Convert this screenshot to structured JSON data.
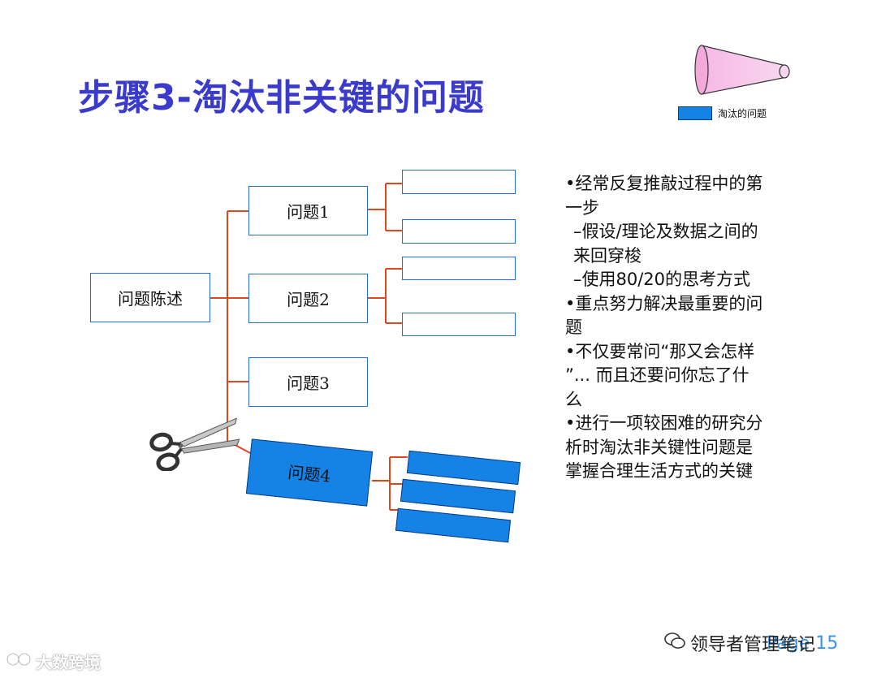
{
  "title": "步骤3-淘汰非关键的问题",
  "legend": {
    "label": "淘汰的问题",
    "color": "#1583e6"
  },
  "tree": {
    "root": "问题陈述",
    "branches": [
      "问题1",
      "问题2",
      "问题3"
    ],
    "eliminated": "问题4"
  },
  "bullets": [
    {
      "text": "•经常反复推敲过程中的第",
      "sub": false
    },
    {
      "text": "一步",
      "sub": false
    },
    {
      "text": "–假设/理论及数据之间的",
      "sub": true
    },
    {
      "text": "来回穿梭",
      "sub": true
    },
    {
      "text": "–使用80/20的思考方式",
      "sub": true
    },
    {
      "text": "•重点努力解决最重要的问",
      "sub": false
    },
    {
      "text": "题",
      "sub": false
    },
    {
      "text": "•不仅要常问“那又会怎样",
      "sub": false
    },
    {
      "text": "”... 而且还要问你忘了什",
      "sub": false
    },
    {
      "text": "么",
      "sub": false
    },
    {
      "text": "•进行一项较困难的研究分",
      "sub": false
    },
    {
      "text": "析时淘汰非关键性问题是",
      "sub": false
    },
    {
      "text": "掌握合理生活方式的关键",
      "sub": false
    }
  ],
  "footer": {
    "page": "Page 15",
    "watermark_right": "领导者管理笔记",
    "watermark_left": "大数跨境"
  },
  "colors": {
    "title": "#3a3acc",
    "connector": "#e0461a",
    "box_border": "#2a6ad6",
    "eliminated": "#1583e6"
  }
}
